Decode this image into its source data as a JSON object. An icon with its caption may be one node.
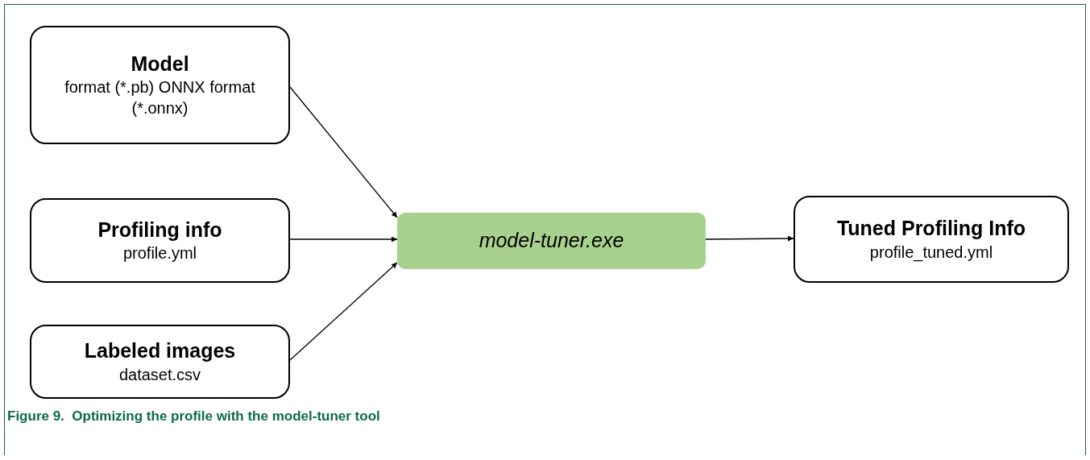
{
  "diagram": {
    "caption": "Figure 9.  Optimizing the profile with the model-tuner tool",
    "nodes": [
      {
        "text": [
          "Model",
          "format (*.pb) ONNX format (*.onnx)"
        ]
      },
      {
        "text": [
          "Profiling info",
          "profile.yml"
        ]
      },
      {
        "text": [
          "Labeled images",
          "dataset.csv"
        ]
      },
      {
        "text": [
          "model-tuner.exe"
        ]
      },
      {
        "text": [
          "Tuned Profiling Info",
          "profile_tuned.yml"
        ]
      }
    ],
    "edges": [
      {
        "from": 0,
        "to": 3,
        "arrow": "to"
      },
      {
        "from": 1,
        "to": 3,
        "arrow": "to"
      },
      {
        "from": 2,
        "to": 3,
        "arrow": "to"
      },
      {
        "from": 3,
        "to": 4,
        "arrow": "to"
      }
    ]
  }
}
